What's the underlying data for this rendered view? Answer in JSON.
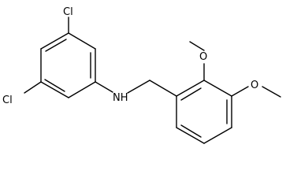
{
  "molecule": {
    "atoms": {
      "cl_top": "Cl",
      "cl_bottom": "Cl",
      "nh": "NH",
      "o_upper": "O",
      "o_right": "O"
    },
    "colors": {
      "bond": "#000000",
      "text": "#000000",
      "background": "#ffffff"
    }
  }
}
